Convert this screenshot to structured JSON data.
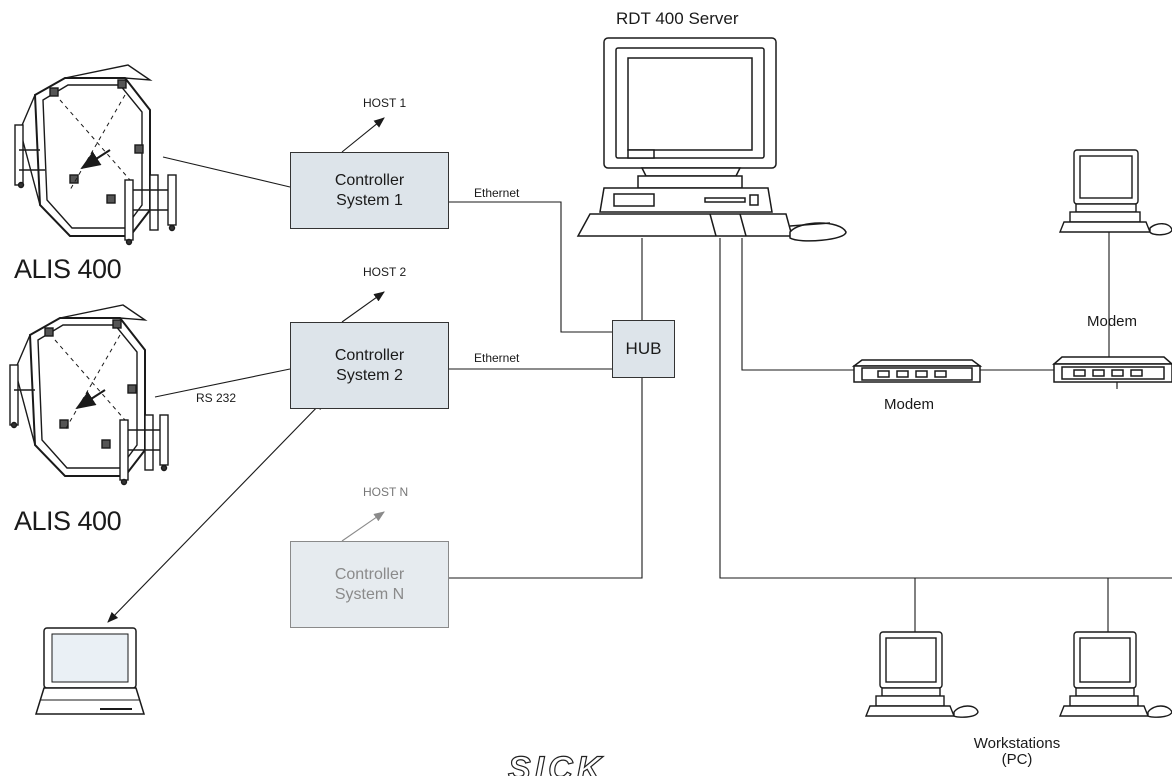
{
  "server": {
    "title": "RDT 400 Server"
  },
  "scanners": [
    {
      "label": "ALIS 400"
    },
    {
      "label": "ALIS 400"
    }
  ],
  "controllers": [
    {
      "line1": "Controller",
      "line2": "System 1",
      "host": "HOST 1",
      "link": "Ethernet"
    },
    {
      "line1": "Controller",
      "line2": "System 2",
      "host": "HOST 2",
      "link": "Ethernet"
    },
    {
      "line1": "Controller",
      "line2": "System N",
      "host": "HOST N"
    }
  ],
  "hub": {
    "label": "HUB"
  },
  "serial": {
    "label": "RS 232"
  },
  "modems": [
    {
      "label": "Modem"
    },
    {
      "label": "Modem"
    }
  ],
  "workstations": {
    "line1": "Workstations",
    "line2": "(PC)"
  },
  "brand": {
    "text": "SICK"
  },
  "colors": {
    "box_fill": "#dde4ea",
    "line": "#1a1a1a",
    "faded": "#8a8a8a"
  }
}
